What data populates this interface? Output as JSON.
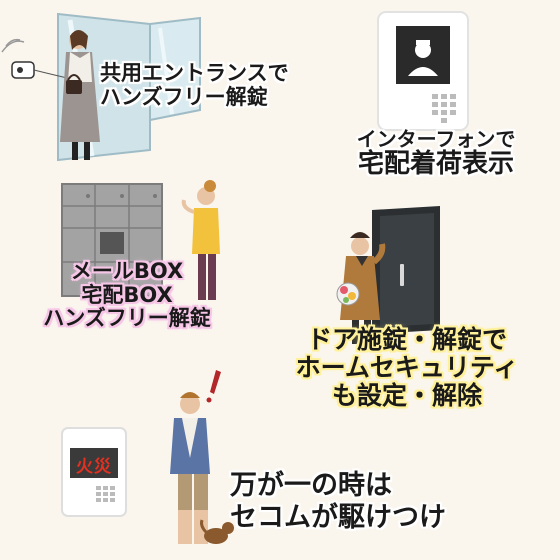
{
  "captions": {
    "entrance": [
      "共用エントランスで",
      "ハンズフリー解錠"
    ],
    "intercom": [
      "インターフォンで",
      "宅配着荷表示"
    ],
    "mailbox": [
      "メールBOX",
      "宅配BOX",
      "ハンズフリー解錠"
    ],
    "door": [
      "ドア施錠・解錠で",
      "ホームセキュリティ",
      "も設定・解除"
    ],
    "emergency": [
      "万が一の時は",
      "セコムが駆けつけ"
    ]
  },
  "alarm_panel_text": "火災",
  "colors": {
    "background": "#faf6ee",
    "pink_glow": "#f6c6e7",
    "yellow_glow": "#fff09a",
    "alarm_red": "#e53020",
    "door_dark": "#2b2f31",
    "locker_gray": "#9a9a9a"
  }
}
